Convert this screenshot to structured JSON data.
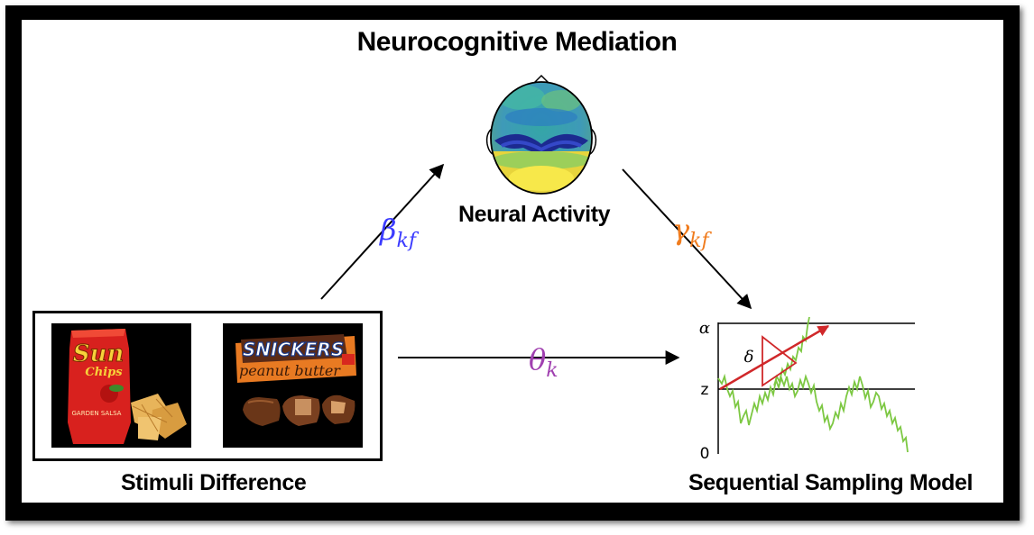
{
  "title": "Neurocognitive Mediation",
  "nodes": {
    "neural": "Neural Activity",
    "stimuli": "Stimuli Difference",
    "ssm": "Sequential Sampling Model"
  },
  "paths": {
    "beta": {
      "symbol": "β",
      "subscript": "kf",
      "color": "#3b3bff"
    },
    "gamma": {
      "symbol": "γ",
      "subscript": "kf",
      "color": "#f07c1e"
    },
    "theta": {
      "symbol": "θ",
      "subscript": "k",
      "color": "#a040b0"
    }
  },
  "images": {
    "chips": {
      "brand_line1": "Sun",
      "brand_line2": "Chips",
      "flavor": "GARDEN SALSA"
    },
    "candy": {
      "brand": "SNICKERS",
      "flavor": "peanut butter"
    }
  },
  "model_plot": {
    "labels": {
      "alpha": "α",
      "z": "z",
      "zero": "0",
      "delta": "δ"
    },
    "colors": {
      "trace": "#7dc843",
      "drift": "#d0282a"
    }
  }
}
